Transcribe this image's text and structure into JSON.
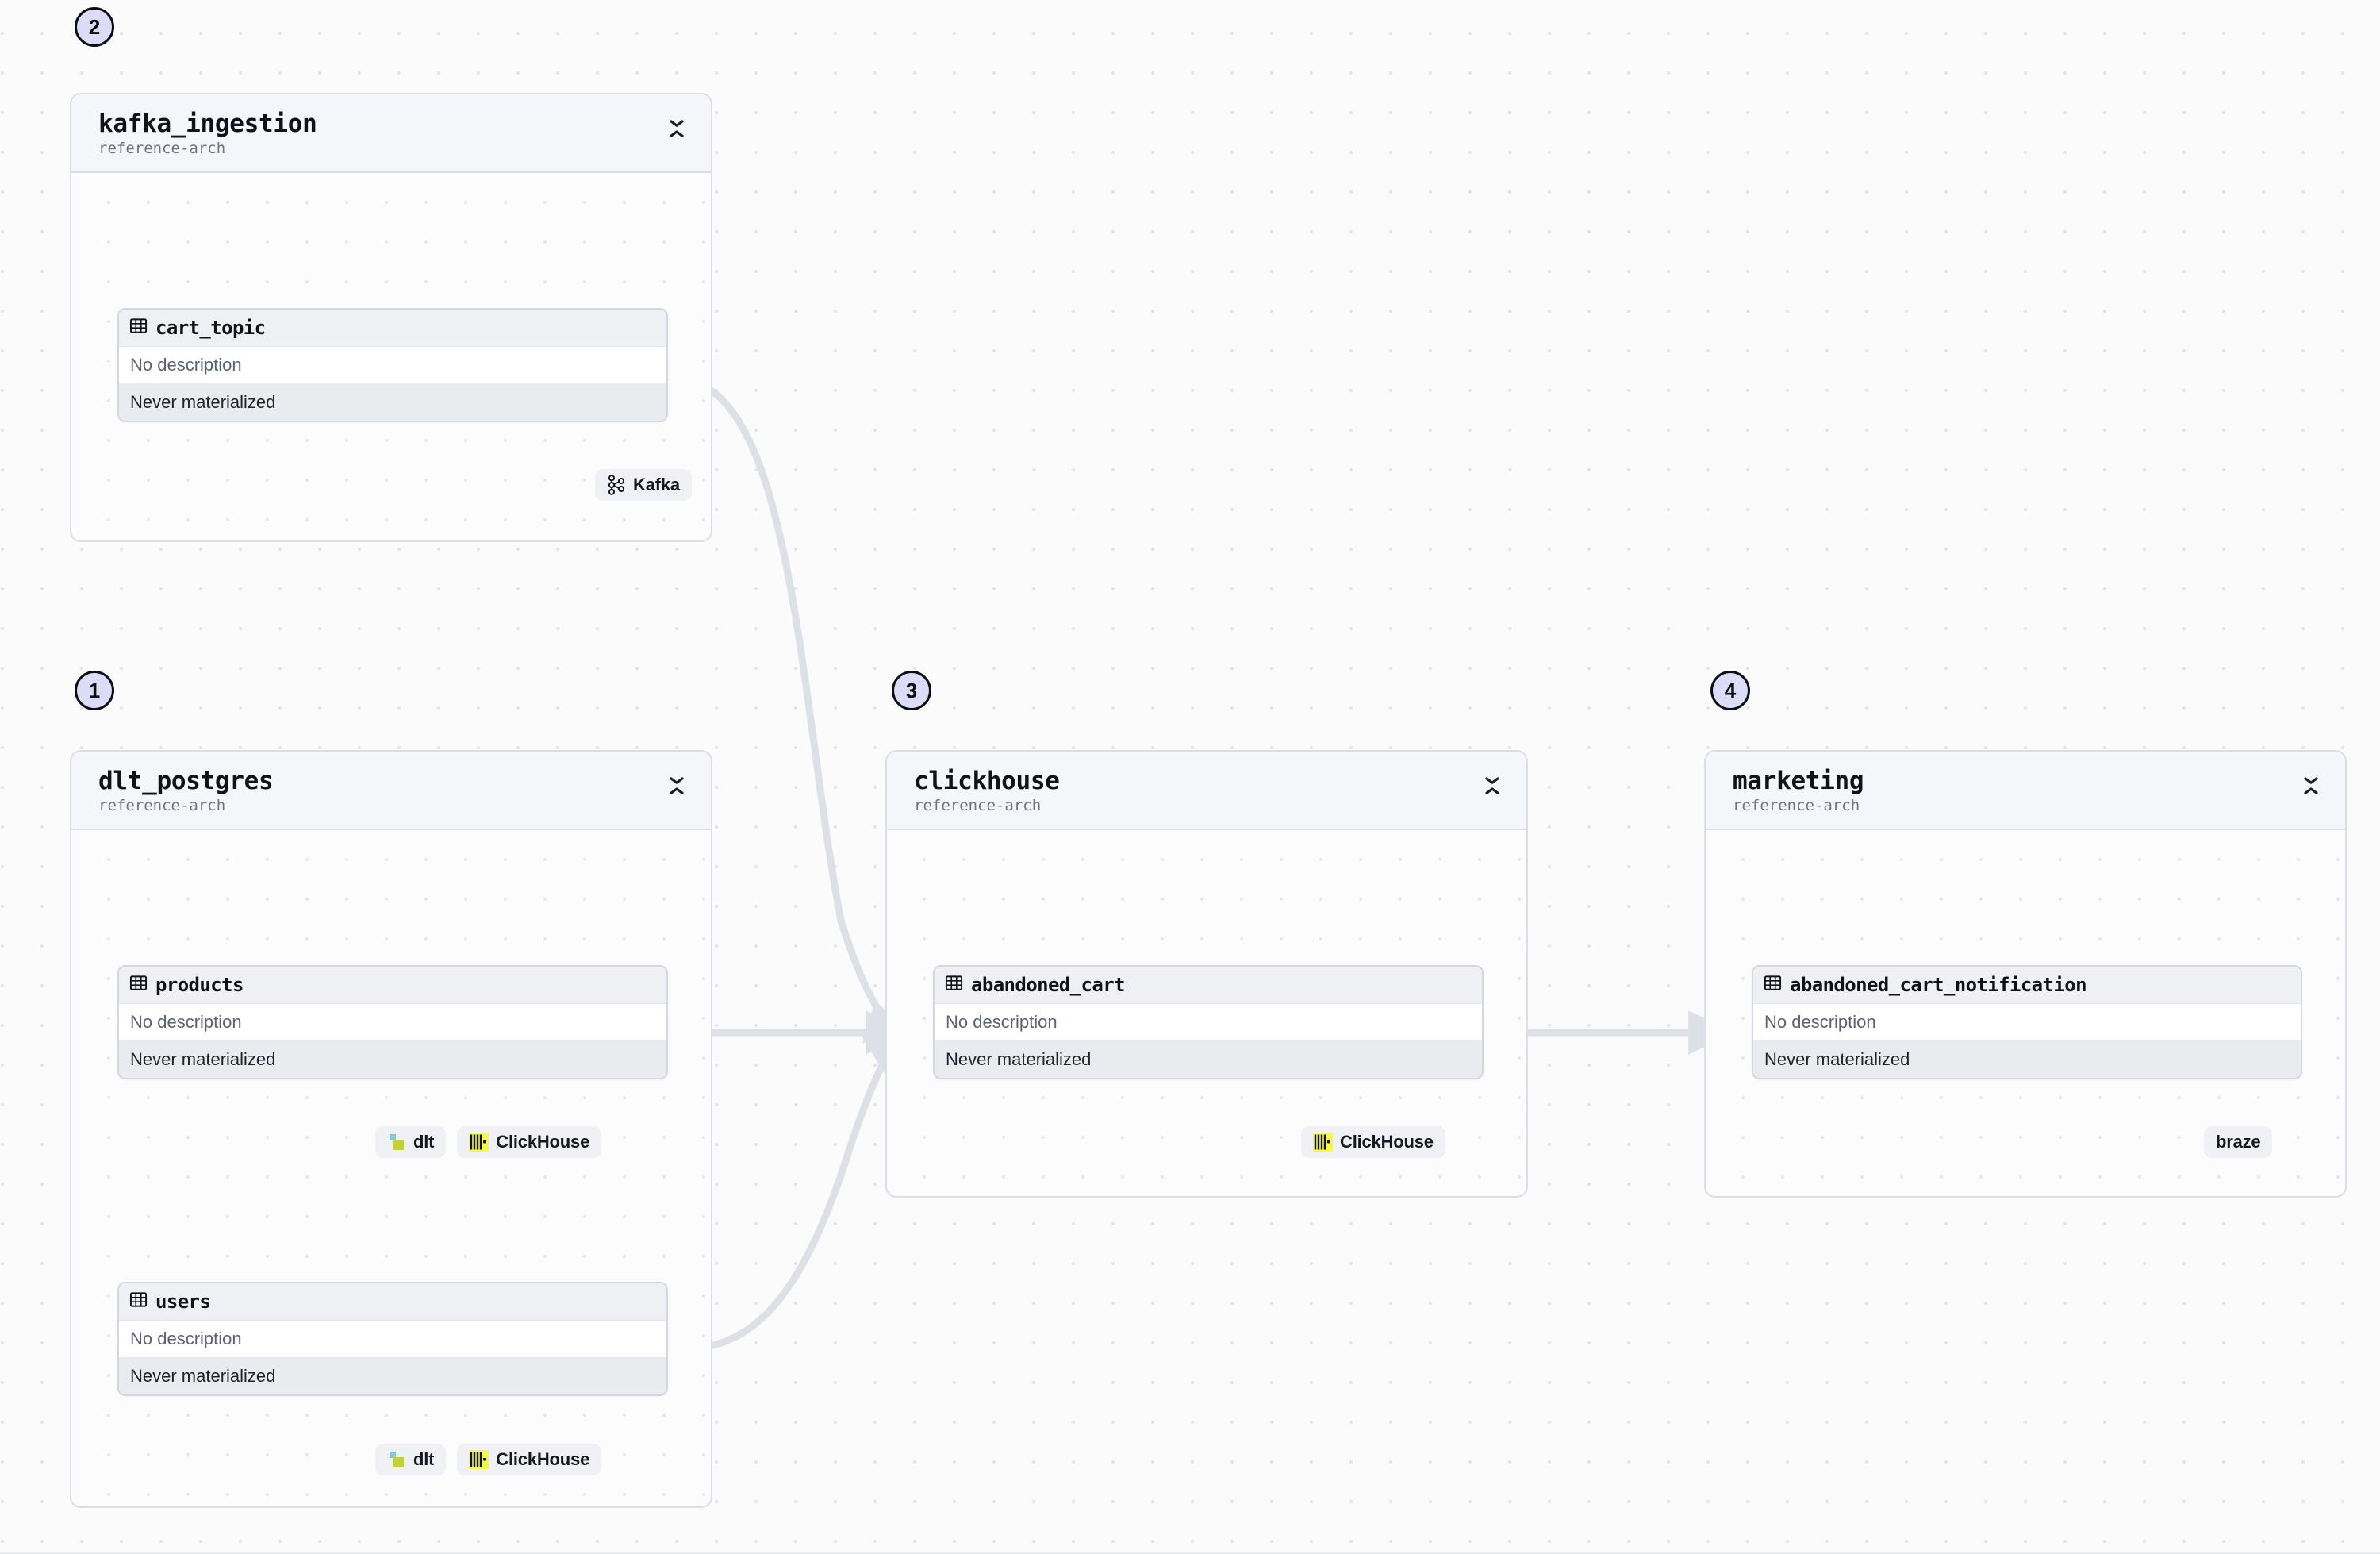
{
  "canvas": {
    "background_color": "#fbfbfc",
    "dot_color": "#e3e5eb",
    "edge_color": "#dde0e6",
    "badge_fill": "#dcdcf7",
    "badge_border": "#0b0d14"
  },
  "groups": [
    {
      "id": "kafka_ingestion",
      "badge": "2",
      "title": "kafka_ingestion",
      "subtitle": "reference-arch",
      "collapse_icon": "collapse-chevrons-icon",
      "tables": [
        {
          "name": "cart_topic",
          "icon": "table-grid-icon",
          "description": "No description",
          "materialization": "Never materialized"
        }
      ],
      "tags": [
        {
          "label": "Kafka",
          "icon": "kafka-icon"
        }
      ]
    },
    {
      "id": "dlt_postgres",
      "badge": "1",
      "title": "dlt_postgres",
      "subtitle": "reference-arch",
      "collapse_icon": "collapse-chevrons-icon",
      "tables": [
        {
          "name": "products",
          "icon": "table-grid-icon",
          "description": "No description",
          "materialization": "Never materialized",
          "tags": [
            {
              "label": "dlt",
              "icon": "dlt-icon"
            },
            {
              "label": "ClickHouse",
              "icon": "clickhouse-icon"
            }
          ]
        },
        {
          "name": "users",
          "icon": "table-grid-icon",
          "description": "No description",
          "materialization": "Never materialized",
          "tags": [
            {
              "label": "dlt",
              "icon": "dlt-icon"
            },
            {
              "label": "ClickHouse",
              "icon": "clickhouse-icon"
            }
          ]
        }
      ]
    },
    {
      "id": "clickhouse",
      "badge": "3",
      "title": "clickhouse",
      "subtitle": "reference-arch",
      "collapse_icon": "collapse-chevrons-icon",
      "tables": [
        {
          "name": "abandoned_cart",
          "icon": "table-grid-icon",
          "description": "No description",
          "materialization": "Never materialized"
        }
      ],
      "tags": [
        {
          "label": "ClickHouse",
          "icon": "clickhouse-icon"
        }
      ]
    },
    {
      "id": "marketing",
      "badge": "4",
      "title": "marketing",
      "subtitle": "reference-arch",
      "collapse_icon": "collapse-chevrons-icon",
      "tables": [
        {
          "name": "abandoned_cart_notification",
          "icon": "table-grid-icon",
          "description": "No description",
          "materialization": "Never materialized"
        }
      ],
      "tags": [
        {
          "label": "braze",
          "icon": "none"
        }
      ]
    }
  ],
  "edges": [
    {
      "from": "cart_topic",
      "to": "abandoned_cart",
      "style": "curved"
    },
    {
      "from": "products",
      "to": "abandoned_cart",
      "style": "straight"
    },
    {
      "from": "users",
      "to": "abandoned_cart",
      "style": "curved"
    },
    {
      "from": "abandoned_cart",
      "to": "abandoned_cart_notification",
      "style": "straight"
    }
  ]
}
